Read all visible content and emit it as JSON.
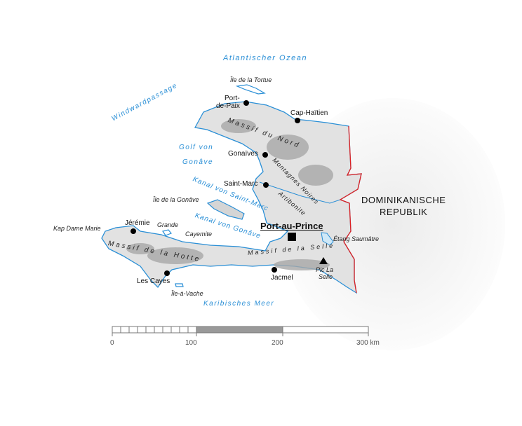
{
  "water": {
    "atlantic": "Atlantischer Ozean",
    "windward": "Windwardpassage",
    "golf1": "Golf von",
    "golf2": "Gonâve",
    "kanal_saint_marc": "Kanal von Saint-Marc",
    "kanal_gonave": "Kanal von Gonâve",
    "caribbean": "Karibisches Meer"
  },
  "islands": {
    "tortue": "Île de la Tortue",
    "gonave": "Île de la Gonâve",
    "grande_cayemite_1": "Grande",
    "grande_cayemite_2": "Cayemite",
    "vache": "Île-à-Vache"
  },
  "capes": {
    "dame_marie": "Kap Dame Marie"
  },
  "cities": {
    "port_de_paix_1": "Port-",
    "port_de_paix_2": "de-Paix",
    "cap_haitien": "Cap-Haïtien",
    "gonaives": "Gonaïves",
    "saint_marc": "Saint-Marc",
    "jeremie": "Jérémie",
    "les_cayes": "Les Cayes",
    "jacmel": "Jacmel",
    "capital": "Port-au-Prince"
  },
  "relief": {
    "massif_nord": "Massif du Nord",
    "montagnes_noires": "Montagnes Noires",
    "artibonite": "Artibonite",
    "massif_hotte": "Massif de la Hotte",
    "massif_selle": "Massif de la Selle",
    "pic_1": "Pic La",
    "pic_2": "Selle"
  },
  "lakes": {
    "saumatre": "Étang Saumâtre"
  },
  "country": {
    "line1": "DOMINIKANISCHE",
    "line2": "REPUBLIK"
  },
  "scale": {
    "labels": [
      "0",
      "100",
      "200",
      "300 km"
    ]
  },
  "colors": {
    "coast": "#2a8fd6",
    "border": "#e02020",
    "land": "#d9d9d9",
    "relief": "#a8a8a8"
  }
}
